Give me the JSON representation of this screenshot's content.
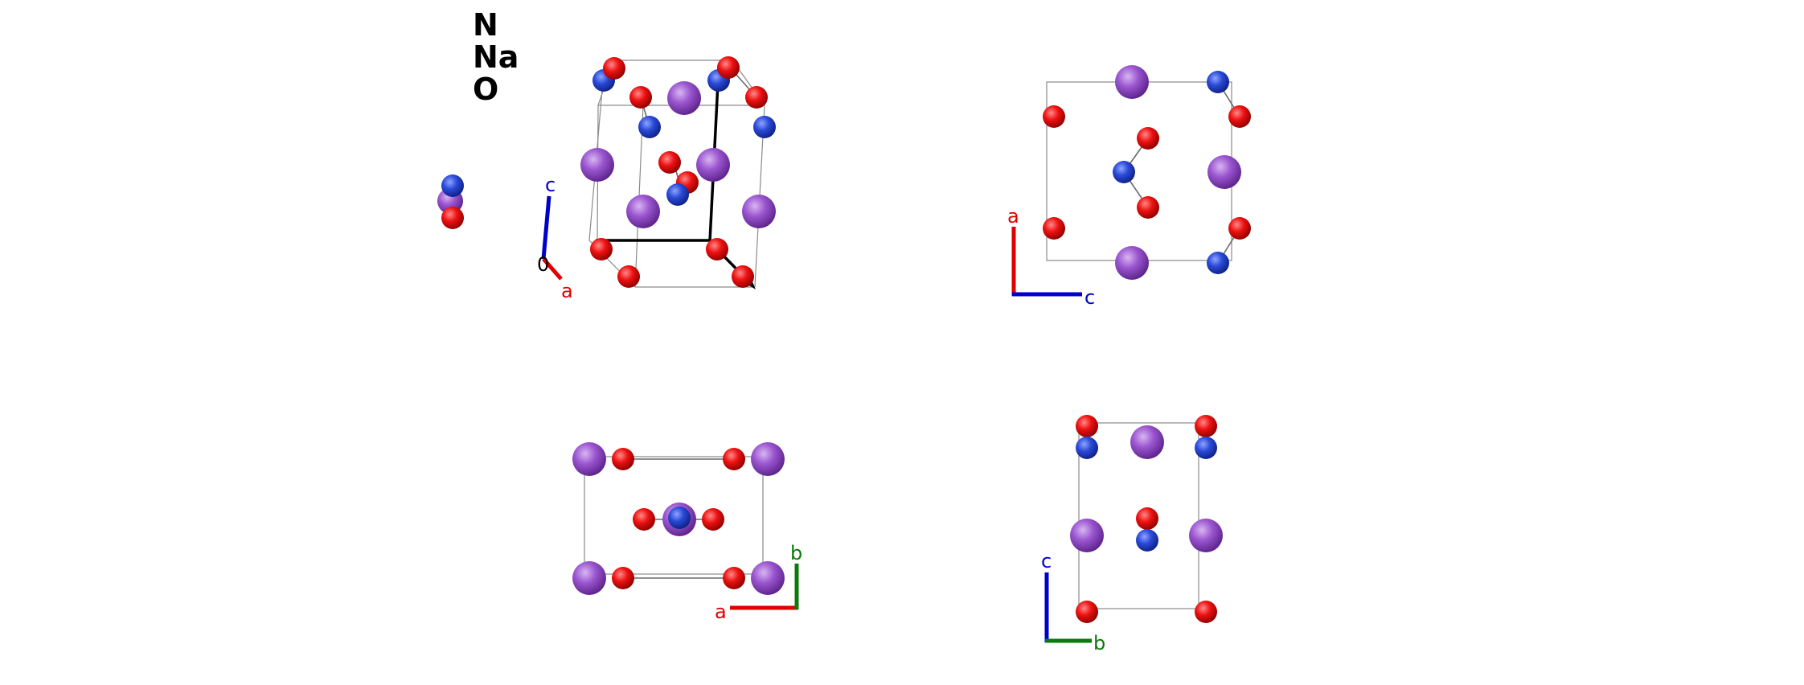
{
  "legend": {
    "items": [
      {
        "label": "N",
        "color": "#2a4ad8"
      },
      {
        "label": "Na",
        "color": "#9a55cf"
      },
      {
        "label": "O",
        "color": "#ee1111"
      }
    ]
  },
  "elements": {
    "N": {
      "color": "#2a4ad8",
      "highlight": "#8fa4ff",
      "shade": "#0d1f80"
    },
    "Na": {
      "color": "#9a55cf",
      "highlight": "#d8b6f2",
      "shade": "#5a2188"
    },
    "O": {
      "color": "#ee1111",
      "highlight": "#ff8a8a",
      "shade": "#8a0000"
    }
  },
  "views": {
    "perspective": {
      "axes": {
        "c": "c",
        "origin": "0",
        "a": "a"
      },
      "colors": {
        "a": "#e00000",
        "b": "#0a7a0a",
        "c": "#0000cc",
        "origin": "#000000"
      }
    },
    "ac": {
      "axes": {
        "vertical": "a",
        "horizontal": "c"
      },
      "colors": {
        "vertical": "#e00000",
        "horizontal": "#0000cc"
      }
    },
    "ab": {
      "axes": {
        "horizontal": "a",
        "vertical": "b"
      },
      "colors": {
        "horizontal": "#e00000",
        "vertical": "#0a7a0a"
      }
    },
    "cb": {
      "axes": {
        "vertical": "c",
        "horizontal": "b"
      },
      "colors": {
        "vertical": "#0000cc",
        "horizontal": "#0a7a0a"
      }
    }
  }
}
